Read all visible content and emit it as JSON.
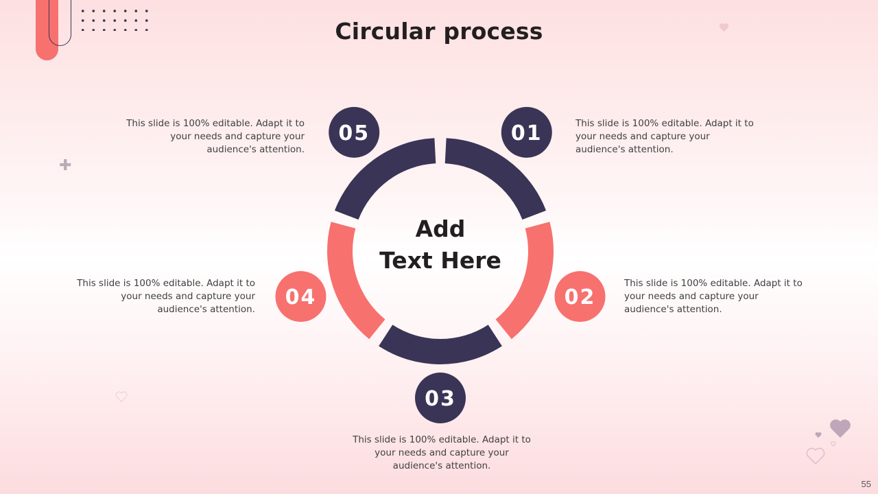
{
  "title": "Circular process",
  "center_text": [
    "Add",
    "Text Here"
  ],
  "steps": [
    {
      "number": "01",
      "color": "#3a3456",
      "description": "This slide is 100% editable. Adapt it to your needs and capture your audience's attention."
    },
    {
      "number": "02",
      "color": "#f7716f",
      "description": "This slide is 100% editable. Adapt it to your needs and capture your audience's attention."
    },
    {
      "number": "03",
      "color": "#3a3456",
      "description": "This slide is 100% editable. Adapt it to your needs and capture your audience's attention."
    },
    {
      "number": "04",
      "color": "#f7716f",
      "description": "This slide is 100% editable. Adapt it to your needs and capture your audience's attention."
    },
    {
      "number": "05",
      "color": "#3a3456",
      "description": "This slide is 100% editable. Adapt it to your needs and capture your audience's attention."
    }
  ],
  "page_number": "55",
  "colors": {
    "navy": "#3a3456",
    "coral": "#f7716f",
    "text": "#231f20",
    "ring": "#555555"
  }
}
